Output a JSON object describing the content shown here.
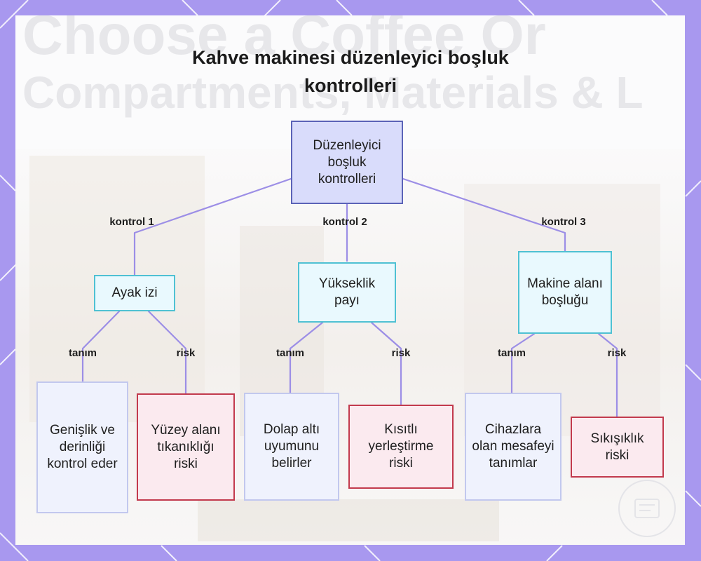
{
  "diagram": {
    "title": "Kahve makinesi düzenleyici boşluk kontrolleri",
    "background_text": [
      "Choose a Coffee Or",
      "Compartments, Materials & L"
    ],
    "root": {
      "label": "Düzenleyici boşluk kontrolleri"
    },
    "branches": [
      {
        "edge_label": "kontrol 1",
        "label": "Ayak izi",
        "definition": {
          "edge_label": "tanım",
          "label": "Genişlik ve derinliği kontrol eder"
        },
        "risk": {
          "edge_label": "risk",
          "label": "Yüzey alanı tıkanıklığı riski"
        }
      },
      {
        "edge_label": "kontrol 2",
        "label": "Yükseklik payı",
        "definition": {
          "edge_label": "tanım",
          "label": "Dolap altı uyumunu belirler"
        },
        "risk": {
          "edge_label": "risk",
          "label": "Kısıtlı yerleştirme riski"
        }
      },
      {
        "edge_label": "kontrol 3",
        "label": "Makine alanı boşluğu",
        "definition": {
          "edge_label": "tanım",
          "label": "Cihazlara olan mesafeyi tanımlar"
        },
        "risk": {
          "edge_label": "risk",
          "label": "Sıkışıklık riski"
        }
      }
    ],
    "colors": {
      "frame": "#a898ef",
      "root_fill": "#d9dcfb",
      "root_border": "#5b63b7",
      "branch_fill": "#e9f9fe",
      "branch_border": "#4fc1d3",
      "definition_border": "#c2c8ee",
      "risk_border": "#c23a4d",
      "edge": "#9c8ee6"
    }
  }
}
